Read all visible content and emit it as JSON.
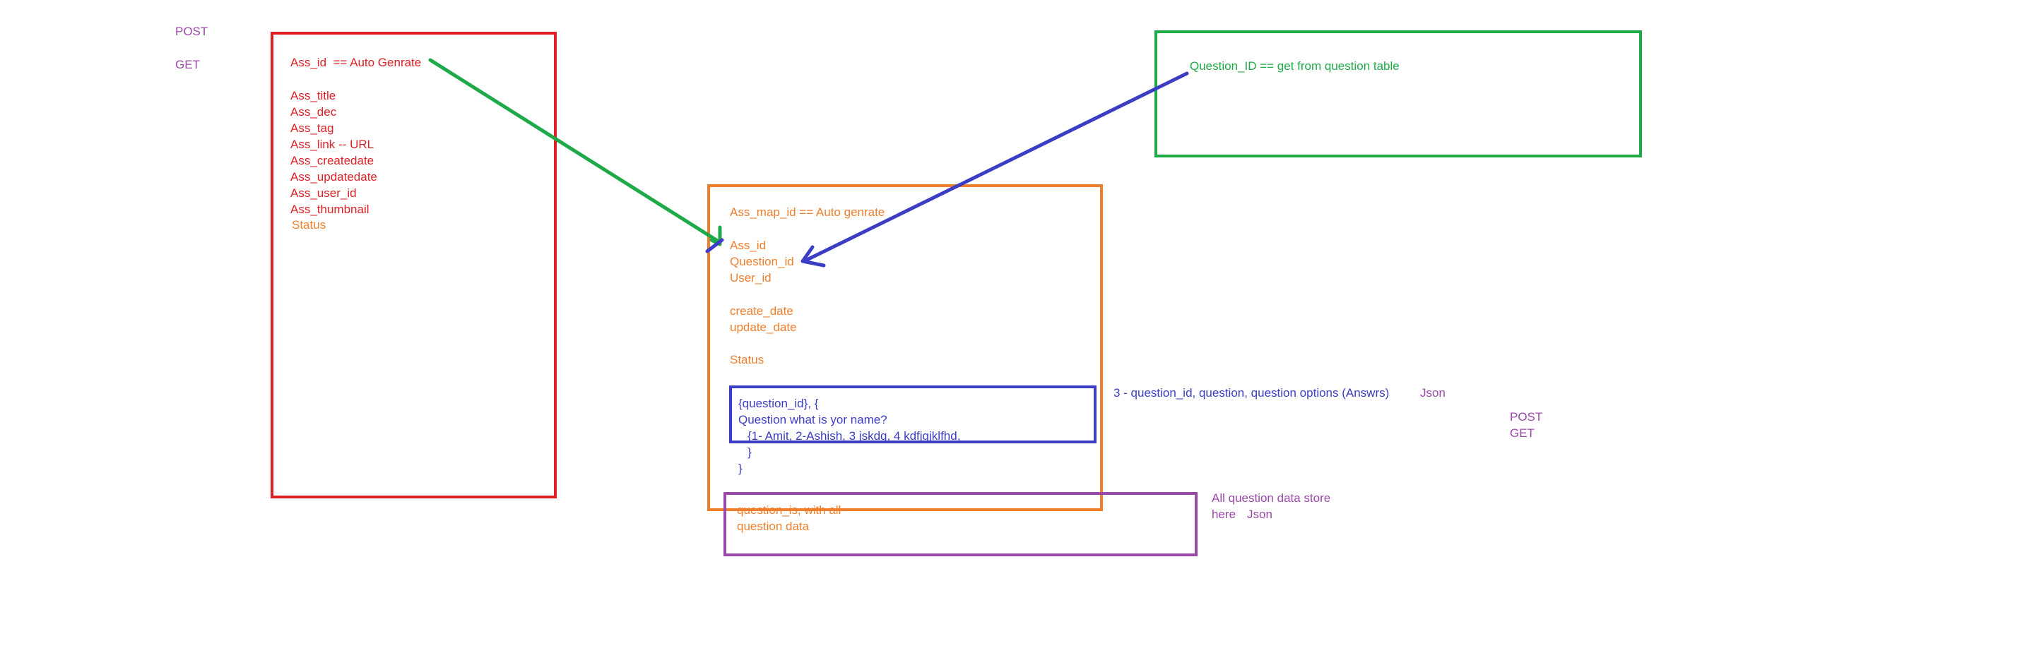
{
  "colors": {
    "red": "#dd2026",
    "green": "#1faa4a",
    "orange": "#f07f2c",
    "blue": "#3b3ec4",
    "purple": "#9b49a8"
  },
  "methods_left": {
    "post": "POST",
    "get": "GET"
  },
  "assessment_box": {
    "ass_id": "Ass_id  == Auto Genrate",
    "fields": [
      "Ass_title",
      "Ass_dec",
      "Ass_tag",
      "Ass_link -- URL",
      "Ass_createdate",
      "Ass_updatedate",
      "Ass_user_id",
      "Ass_thumbnail"
    ],
    "status": "Status"
  },
  "question_box": {
    "text": "Question_ID == get from question table"
  },
  "map_box": {
    "map_id": "Ass_map_id == Auto genrate",
    "ids": [
      "Ass_id",
      "Question_id",
      "User_id"
    ],
    "dates": [
      "create_date",
      "update_date"
    ],
    "status": "Status"
  },
  "json_box": {
    "line1": "{question_id}, {",
    "line2": "Question what is yor name?",
    "line3": "{1- Amit, 2-Ashish, 3 jskdg, 4 kdfjgjklfhd,",
    "line4": "}",
    "line5": "}"
  },
  "json_note": {
    "text": "3 - question_id, question, question options (Answrs)",
    "tag": "Json"
  },
  "methods_right": {
    "post": "POST",
    "get": "GET"
  },
  "store_box": {
    "line1": "question_is, with all",
    "line2": "question data"
  },
  "store_note": {
    "line1": "All question data store",
    "line2": "here",
    "tag": "Json"
  }
}
